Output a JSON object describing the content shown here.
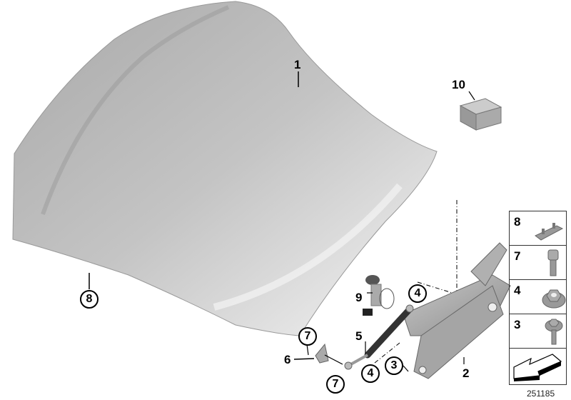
{
  "diagram": {
    "callouts": {
      "hood": "1",
      "hinge": "2",
      "screw_3": "3",
      "nut_upper": "4",
      "nut_lower": "4",
      "gas_strut": "5",
      "bracket": "6",
      "screw_7_upper": "7",
      "screw_7_lower": "7",
      "hood_pad": "8",
      "sensor": "9",
      "kit": "10"
    },
    "legend": [
      {
        "label": "8",
        "part": "clip-plate"
      },
      {
        "label": "7",
        "part": "hex-socket-screw"
      },
      {
        "label": "4",
        "part": "hex-collar-nut"
      },
      {
        "label": "3",
        "part": "hex-flange-screw"
      },
      {
        "label": "",
        "part": "direction-arrow"
      }
    ],
    "diagram_code": "251185"
  }
}
